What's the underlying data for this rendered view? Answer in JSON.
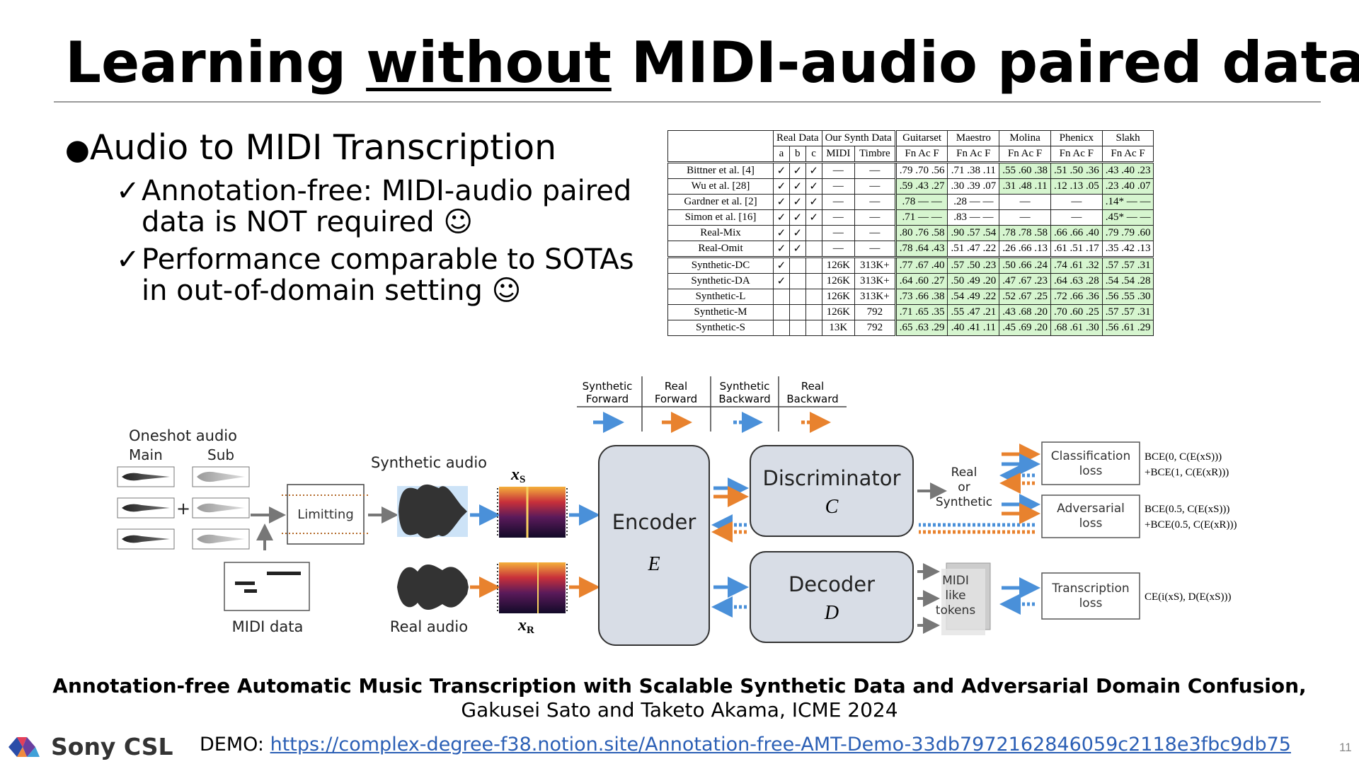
{
  "title": {
    "part1": "Learning ",
    "underlined": "without",
    "part2": " MIDI-audio paired data"
  },
  "bullets": {
    "main": "Audio to MIDI Transcription",
    "sub1_line1": "Annotation-free: MIDI-audio paired",
    "sub1_line2": "data is NOT required ☺",
    "sub2_line1": "Performance comparable to SOTAs",
    "sub2_line2": "in out-of-domain setting ☺",
    "check": "✓",
    "dot": "●"
  },
  "table": {
    "group_headers": [
      "Real Data",
      "Our Synth Data",
      "Guitarset",
      "Maestro",
      "Molina",
      "Phenicx",
      "Slakh"
    ],
    "sub_headers": [
      "a",
      "b",
      "c",
      "MIDI",
      "Timbre",
      "Fn Ac F",
      "Fn Ac F",
      "Fn Ac F",
      "Fn Ac F",
      "Fn Ac F"
    ],
    "rows": [
      [
        "Bittner et al. [4]",
        "✓",
        "✓",
        "✓",
        "—",
        "—",
        ".79 .70 .56",
        ".71 .38 .11",
        ".55 .60 .38",
        ".51 .50 .36",
        ".43 .40 .23"
      ],
      [
        "Wu et al. [28]",
        "✓",
        "✓",
        "✓",
        "—",
        "—",
        ".59 .43 .27",
        ".30 .39 .07",
        ".31 .48 .11",
        ".12 .13 .05",
        ".23 .40 .07"
      ],
      [
        "Gardner et al. [2]",
        "✓",
        "✓",
        "✓",
        "—",
        "—",
        ".78 — —",
        ".28 — —",
        "—",
        "—",
        ".14* — —"
      ],
      [
        "Simon et al. [16]",
        "✓",
        "✓",
        "✓",
        "—",
        "—",
        ".71 — —",
        ".83 — —",
        "—",
        "—",
        ".45* — —"
      ],
      [
        "Real-Mix",
        "✓",
        "✓",
        "",
        "—",
        "—",
        ".80 .76 .58",
        ".90 .57 .54",
        ".78 .78 .58",
        ".66 .66 .40",
        ".79 .79 .60"
      ],
      [
        "Real-Omit",
        "✓",
        "✓",
        "",
        "—",
        "—",
        ".78 .64 .43",
        ".51 .47 .22",
        ".26 .66 .13",
        ".61 .51 .17",
        ".35 .42 .13"
      ],
      [
        "Synthetic-DC",
        "✓",
        "",
        "",
        "126K",
        "313K+",
        ".77 .67 .40",
        ".57 .50 .23",
        ".50 .66 .24",
        ".74 .61 .32",
        ".57 .57 .31"
      ],
      [
        "Synthetic-DA",
        "✓",
        "",
        "",
        "126K",
        "313K+",
        ".64 .60 .27",
        ".50 .49 .20",
        ".47 .67 .23",
        ".64 .63 .28",
        ".54 .54 .28"
      ],
      [
        "Synthetic-L",
        "",
        "",
        "",
        "126K",
        "313K+",
        ".73 .66 .38",
        ".54 .49 .22",
        ".52 .67 .25",
        ".72 .66 .36",
        ".56 .55 .30"
      ],
      [
        "Synthetic-M",
        "",
        "",
        "",
        "126K",
        "792",
        ".71 .65 .35",
        ".55 .47 .21",
        ".43 .68 .20",
        ".70 .60 .25",
        ".57 .57 .31"
      ],
      [
        "Synthetic-S",
        "",
        "",
        "",
        "13K",
        "792",
        ".65 .63 .29",
        ".40 .41 .11",
        ".45 .69 .20",
        ".68 .61 .30",
        ".56 .61 .29"
      ]
    ]
  },
  "diagram": {
    "legend": [
      "Synthetic\nForward",
      "Real\nForward",
      "Synthetic\nBackward",
      "Real\nBackward"
    ],
    "oneshot_label": "Oneshot audio",
    "main_label": "Main",
    "sub_label": "Sub",
    "plus": "+",
    "limitting": "Limitting",
    "midi_data": "MIDI data",
    "synthetic_audio": "Synthetic audio",
    "real_audio": "Real audio",
    "xs": "xS",
    "xr": "xR",
    "encoder": "Encoder",
    "encoder_sym": "E",
    "discriminator": "Discriminator",
    "discriminator_sym": "C",
    "decoder": "Decoder",
    "decoder_sym": "D",
    "real_or_synth": "Real\nor\nSynthetic",
    "midi_tokens": "MIDI\nlike\ntokens",
    "losses": [
      "Classification\nloss",
      "Adversarial\nloss",
      "Transcription\nloss"
    ],
    "formulas": [
      "BCE(0, C(E(xS)))\n+BCE(1, C(E(xR)))",
      "BCE(0.5, C(E(xS)))\n+BCE(0.5, C(E(xR)))",
      "CE(i(xS), D(E(xS)))"
    ],
    "colors": {
      "synthetic": "#4a90d9",
      "real": "#e8822e",
      "box": "#d8dde6"
    }
  },
  "citation": {
    "title": "Annotation-free Automatic Music Transcription with Scalable Synthetic Data and Adversarial Domain Confusion,",
    "authors": "Gakusei Sato and Taketo Akama, ICME 2024"
  },
  "demo": {
    "label": "DEMO: ",
    "url": "https://complex-degree-f38.notion.site/Annotation-free-AMT-Demo-33db7972162846059c2118e3fbc9db75"
  },
  "logo": "Sony CSL",
  "page_number": "11"
}
